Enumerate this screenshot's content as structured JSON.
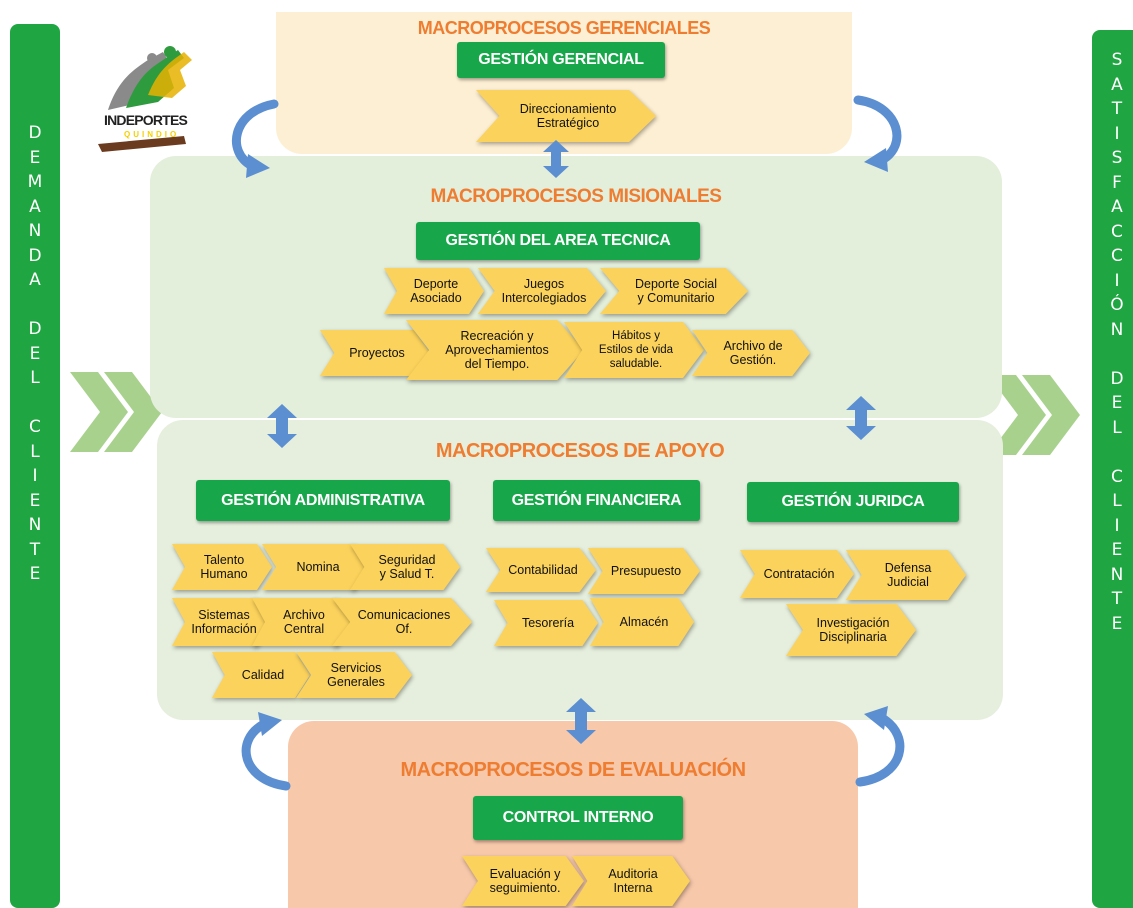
{
  "colors": {
    "sidebar_green": "#1fa542",
    "box_green": "#17a74a",
    "chevron_yellow": "#fbd25b",
    "title_orange": "#ee7d31",
    "arrow_blue": "#5b8fd1",
    "gerenciales_bg": "#fdefd3",
    "misionales_bg": "#e3eedb",
    "apoyo_bg": "#e6efdd",
    "evaluacion_bg": "#f7c8aa",
    "big_chevron_green": "#a9d18e"
  },
  "left_sidebar": [
    "D",
    "E",
    "M",
    "A",
    "N",
    "D",
    "A",
    "",
    "D",
    "E",
    "L",
    "",
    "C",
    "L",
    "I",
    "E",
    "N",
    "T",
    "E"
  ],
  "right_sidebar": [
    "S",
    "A",
    "T",
    "I",
    "S",
    "F",
    "A",
    "C",
    "C",
    "I",
    "Ó",
    "N",
    "",
    "D",
    "E",
    "L",
    "",
    "C",
    "L",
    "I",
    "E",
    "N",
    "T",
    "E"
  ],
  "logo": {
    "text": "INDEPORTES",
    "subtext": "QUINDIO"
  },
  "gerenciales": {
    "title": "MACROPROCESOS GERENCIALES",
    "box": "GESTIÓN GERENCIAL",
    "items": [
      "Direccionamiento\nEstratégico"
    ]
  },
  "misionales": {
    "title": "MACROPROCESOS MISIONALES",
    "box": "GESTIÓN DEL AREA TECNICA",
    "row1": [
      "Deporte\nAsociado",
      "Juegos\nIntercolegiados",
      "Deporte Social\ny Comunitario"
    ],
    "row2": [
      "Proyectos",
      "Recreación y\nAprovechamientos\ndel Tiempo.",
      "Hábitos y\nEstilos de vida\nsaludable.",
      "Archivo de\nGestión."
    ]
  },
  "apoyo": {
    "title": "MACROPROCESOS DE APOYO",
    "admin_box": "GESTIÓN ADMINISTRATIVA",
    "fin_box": "GESTIÓN FINANCIERA",
    "jur_box": "GESTIÓN JURIDCA",
    "admin_items": [
      "Talento\nHumano",
      "Nomina",
      "Seguridad\ny Salud T.",
      "Sistemas\nInformación",
      "Archivo\nCentral",
      "Comunicaciones\nOf.",
      "Calidad",
      "Servicios\nGenerales"
    ],
    "fin_items": [
      "Contabilidad",
      "Presupuesto",
      "Tesorería",
      "Almacén"
    ],
    "jur_items": [
      "Contratación",
      "Defensa\nJudicial",
      "Investigación\nDisciplinaria"
    ]
  },
  "evaluacion": {
    "title": "MACROPROCESOS DE EVALUACIÓN",
    "box": "CONTROL INTERNO",
    "items": [
      "Evaluación y\nseguimiento.",
      "Auditoria\nInterna"
    ]
  }
}
